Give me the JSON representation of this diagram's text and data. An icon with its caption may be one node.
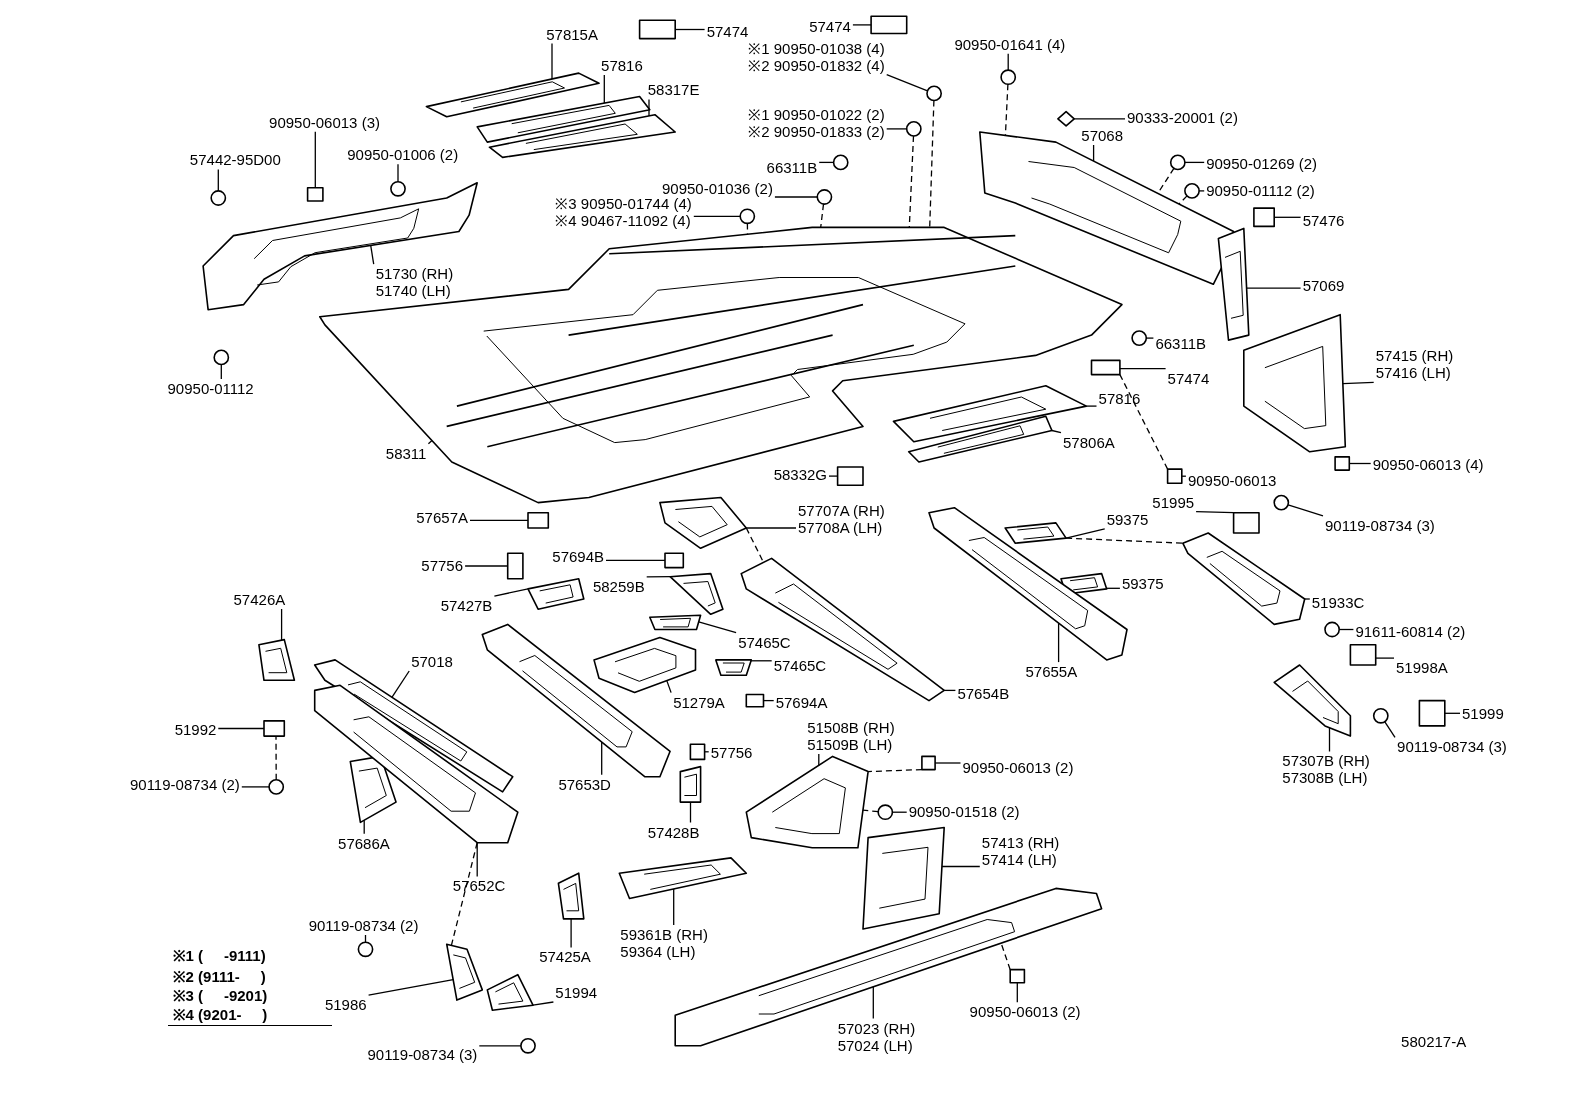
{
  "diagram": {
    "nodes": [
      {
        "text": [
          "57815A"
        ]
      },
      {
        "text": [
          "57474"
        ]
      },
      {
        "text": [
          "57816"
        ]
      },
      {
        "text": [
          "58317E"
        ]
      },
      {
        "text": [
          "57474"
        ]
      },
      {
        "text": [
          "90950-06013 (3)"
        ]
      },
      {
        "text": [
          "57442-95D00"
        ]
      },
      {
        "text": [
          "90950-01006 (2)"
        ]
      },
      {
        "text": [
          "※1 90950-01038 (4)",
          "※2 90950-01832 (4)"
        ]
      },
      {
        "text": [
          "※1 90950-01022 (2)",
          "※2 90950-01833 (2)"
        ]
      },
      {
        "text": [
          "90950-01641 (4)"
        ]
      },
      {
        "text": [
          "90333-20001 (2)"
        ]
      },
      {
        "text": [
          "57068"
        ]
      },
      {
        "text": [
          "90950-01269 (2)"
        ]
      },
      {
        "text": [
          "90950-01112 (2)"
        ]
      },
      {
        "text": [
          "57476"
        ]
      },
      {
        "text": [
          "57069"
        ]
      },
      {
        "text": [
          "66311B"
        ]
      },
      {
        "text": [
          "90950-01036 (2)"
        ]
      },
      {
        "text": [
          "※3 90950-01744 (4)",
          "※4 90467-11092 (4)"
        ]
      },
      {
        "text": [
          "51730 (RH)",
          "51740 (LH)"
        ]
      },
      {
        "text": [
          "90950-01112"
        ]
      },
      {
        "text": [
          "58311"
        ]
      },
      {
        "text": [
          "66311B"
        ]
      },
      {
        "text": [
          "57474"
        ]
      },
      {
        "text": [
          "57415 (RH)",
          "57416 (LH)"
        ]
      },
      {
        "text": [
          "57816"
        ]
      },
      {
        "text": [
          "57806A"
        ]
      },
      {
        "text": [
          "90950-06013"
        ]
      },
      {
        "text": [
          "90950-06013 (4)"
        ]
      },
      {
        "text": [
          "58332G"
        ]
      },
      {
        "text": [
          "57707A (RH)",
          "57708A (LH)"
        ]
      },
      {
        "text": [
          "57657A"
        ]
      },
      {
        "text": [
          "59375"
        ]
      },
      {
        "text": [
          "51995"
        ]
      },
      {
        "text": [
          "90119-08734 (3)"
        ]
      },
      {
        "text": [
          "57756"
        ]
      },
      {
        "text": [
          "57694B"
        ]
      },
      {
        "text": [
          "58259B"
        ]
      },
      {
        "text": [
          "57427B"
        ]
      },
      {
        "text": [
          "57426A"
        ]
      },
      {
        "text": [
          "59375"
        ]
      },
      {
        "text": [
          "51933C"
        ]
      },
      {
        "text": [
          "91611-60814 (2)"
        ]
      },
      {
        "text": [
          "57465C"
        ]
      },
      {
        "text": [
          "57018"
        ]
      },
      {
        "text": [
          "57465C"
        ]
      },
      {
        "text": [
          "57655A"
        ]
      },
      {
        "text": [
          "51998A"
        ]
      },
      {
        "text": [
          "51279A"
        ]
      },
      {
        "text": [
          "57694A"
        ]
      },
      {
        "text": [
          "57654B"
        ]
      },
      {
        "text": [
          "51992"
        ]
      },
      {
        "text": [
          "51999"
        ]
      },
      {
        "text": [
          "90119-08734 (3)"
        ]
      },
      {
        "text": [
          "51508B (RH)",
          "51509B (LH)"
        ]
      },
      {
        "text": [
          "57653D"
        ]
      },
      {
        "text": [
          "57756"
        ]
      },
      {
        "text": [
          "90950-06013 (2)"
        ]
      },
      {
        "text": [
          "57307B (RH)",
          "57308B (LH)"
        ]
      },
      {
        "text": [
          "90119-08734 (2)"
        ]
      },
      {
        "text": [
          "57686A"
        ]
      },
      {
        "text": [
          "57428B"
        ]
      },
      {
        "text": [
          "90950-01518 (2)"
        ]
      },
      {
        "text": [
          "57413 (RH)",
          "57414 (LH)"
        ]
      },
      {
        "text": [
          "57652C"
        ]
      },
      {
        "text": [
          "57425A"
        ]
      },
      {
        "text": [
          "59361B (RH)",
          "59364 (LH)"
        ]
      },
      {
        "text": [
          "90119-08734 (2)"
        ]
      },
      {
        "text": [
          "51986"
        ]
      },
      {
        "text": [
          "51994"
        ]
      },
      {
        "text": [
          "90119-08734 (3)"
        ]
      },
      {
        "text": [
          "57023 (RH)",
          "57024 (LH)"
        ]
      },
      {
        "text": [
          "90950-06013 (2)"
        ]
      },
      {
        "text": [],
        "shape": "picture"
      },
      {
        "text": [],
        "shape": "box"
      },
      {
        "text": [],
        "shape": "picture"
      },
      {
        "text": [],
        "shape": "picture"
      },
      {
        "text": [],
        "shape": "box"
      },
      {
        "text": [],
        "shape": "box"
      },
      {
        "text": [],
        "shape": "circle"
      },
      {
        "text": [],
        "shape": "circle"
      },
      {
        "text": [],
        "shape": "circle"
      },
      {
        "text": [],
        "shape": "circle"
      },
      {
        "text": [],
        "shape": "circle"
      },
      {
        "text": [],
        "shape": "diamond"
      },
      {
        "text": [],
        "shape": "picture"
      },
      {
        "text": [],
        "shape": "circle"
      },
      {
        "text": [],
        "shape": "circle"
      },
      {
        "text": [],
        "shape": "box"
      },
      {
        "text": [],
        "shape": "picture"
      },
      {
        "text": [],
        "shape": "circle"
      },
      {
        "text": [],
        "shape": "circle"
      },
      {
        "text": [],
        "shape": "circle"
      },
      {
        "text": [],
        "shape": "picture"
      },
      {
        "text": [],
        "shape": "circle"
      },
      {
        "text": [],
        "shape": "picture"
      },
      {
        "text": [],
        "shape": "circle"
      },
      {
        "text": [],
        "shape": "box"
      },
      {
        "text": [],
        "shape": "picture"
      },
      {
        "text": [],
        "shape": "picture"
      },
      {
        "text": [],
        "shape": "picture"
      },
      {
        "text": [],
        "shape": "box"
      },
      {
        "text": [],
        "shape": "box"
      },
      {
        "text": [],
        "shape": "box"
      },
      {
        "text": [],
        "shape": "picture"
      },
      {
        "text": [],
        "shape": "box"
      },
      {
        "text": [],
        "shape": "picture"
      },
      {
        "text": [],
        "shape": "box"
      },
      {
        "text": [],
        "shape": "circle"
      },
      {
        "text": [],
        "shape": "box"
      },
      {
        "text": [],
        "shape": "box"
      },
      {
        "text": [],
        "shape": "picture"
      },
      {
        "text": [],
        "shape": "picture"
      },
      {
        "text": [],
        "shape": "picture"
      },
      {
        "text": [],
        "shape": "picture"
      },
      {
        "text": [],
        "shape": "picture"
      },
      {
        "text": [],
        "shape": "circle"
      },
      {
        "text": [],
        "shape": "picture"
      },
      {
        "text": [],
        "shape": "picture"
      },
      {
        "text": [],
        "shape": "picture"
      },
      {
        "text": [],
        "shape": "picture"
      },
      {
        "text": [],
        "shape": "box"
      },
      {
        "text": [],
        "shape": "picture"
      },
      {
        "text": [],
        "shape": "box"
      },
      {
        "text": [],
        "shape": "picture"
      },
      {
        "text": [],
        "shape": "box"
      },
      {
        "text": [],
        "shape": "box"
      },
      {
        "text": [],
        "shape": "circle"
      },
      {
        "text": [],
        "shape": "picture"
      },
      {
        "text": [],
        "shape": "picture"
      },
      {
        "text": [],
        "shape": "box"
      },
      {
        "text": [],
        "shape": "box"
      },
      {
        "text": [],
        "shape": "picture"
      },
      {
        "text": [],
        "shape": "circle"
      },
      {
        "text": [],
        "shape": "picture"
      },
      {
        "text": [],
        "shape": "picture"
      },
      {
        "text": [],
        "shape": "circle"
      },
      {
        "text": [],
        "shape": "picture"
      },
      {
        "text": [],
        "shape": "picture"
      },
      {
        "text": [],
        "shape": "picture"
      },
      {
        "text": [],
        "shape": "picture"
      },
      {
        "text": [],
        "shape": "circle"
      },
      {
        "text": [],
        "shape": "picture"
      },
      {
        "text": [],
        "shape": "picture"
      },
      {
        "text": [],
        "shape": "circle"
      },
      {
        "text": [],
        "shape": "picture"
      },
      {
        "text": [],
        "shape": "box"
      }
    ],
    "edges": [
      {
        "from": 0,
        "to": 74,
        "arrow": "none"
      },
      {
        "from": 1,
        "to": 75,
        "arrow": "none"
      },
      {
        "from": 2,
        "to": 76,
        "arrow": "none"
      },
      {
        "from": 3,
        "to": 77,
        "arrow": "none"
      },
      {
        "from": 4,
        "to": 78,
        "arrow": "none"
      },
      {
        "from": 5,
        "to": 79,
        "arrow": "none"
      },
      {
        "from": 6,
        "to": 80,
        "arrow": "none"
      },
      {
        "from": 7,
        "to": 81,
        "arrow": "none"
      },
      {
        "from": 8,
        "to": 82,
        "arrow": "none"
      },
      {
        "from": 9,
        "to": 83,
        "arrow": "none"
      },
      {
        "from": 10,
        "to": 84,
        "arrow": "none"
      },
      {
        "from": 11,
        "to": 85,
        "arrow": "none"
      },
      {
        "from": 12,
        "to": 86,
        "arrow": "none"
      },
      {
        "from": 13,
        "to": 87,
        "arrow": "none"
      },
      {
        "from": 14,
        "to": 88,
        "arrow": "none"
      },
      {
        "from": 15,
        "to": 89,
        "arrow": "none"
      },
      {
        "from": 16,
        "to": 90,
        "arrow": "none"
      },
      {
        "from": 17,
        "to": 91,
        "arrow": "none"
      },
      {
        "from": 18,
        "to": 92,
        "arrow": "none"
      },
      {
        "from": 19,
        "to": 93,
        "arrow": "none"
      },
      {
        "from": 20,
        "to": 94,
        "arrow": "none"
      },
      {
        "from": 21,
        "to": 95,
        "arrow": "none"
      },
      {
        "from": 22,
        "to": 96,
        "arrow": "none"
      },
      {
        "from": 23,
        "to": 97,
        "arrow": "none"
      },
      {
        "from": 24,
        "to": 98,
        "arrow": "none"
      },
      {
        "from": 25,
        "to": 99,
        "arrow": "none"
      },
      {
        "from": 26,
        "to": 100,
        "arrow": "none"
      },
      {
        "from": 27,
        "to": 101,
        "arrow": "none"
      },
      {
        "from": 28,
        "to": 102,
        "arrow": "none"
      },
      {
        "from": 29,
        "to": 103,
        "arrow": "none"
      },
      {
        "from": 30,
        "to": 104,
        "arrow": "none"
      },
      {
        "from": 31,
        "to": 105,
        "arrow": "none"
      },
      {
        "from": 32,
        "to": 106,
        "arrow": "none"
      },
      {
        "from": 33,
        "to": 107,
        "arrow": "none"
      },
      {
        "from": 34,
        "to": 108,
        "arrow": "none"
      },
      {
        "from": 35,
        "to": 109,
        "arrow": "none"
      },
      {
        "from": 36,
        "to": 110,
        "arrow": "none"
      },
      {
        "from": 37,
        "to": 111,
        "arrow": "none"
      },
      {
        "from": 38,
        "to": 112,
        "arrow": "none"
      },
      {
        "from": 39,
        "to": 113,
        "arrow": "none"
      },
      {
        "from": 40,
        "to": 114,
        "arrow": "none"
      },
      {
        "from": 41,
        "to": 115,
        "arrow": "none"
      },
      {
        "from": 42,
        "to": 116,
        "arrow": "none"
      },
      {
        "from": 43,
        "to": 117,
        "arrow": "none"
      },
      {
        "from": 44,
        "to": 118,
        "arrow": "none"
      },
      {
        "from": 45,
        "to": 119,
        "arrow": "none"
      },
      {
        "from": 46,
        "to": 120,
        "arrow": "none"
      },
      {
        "from": 47,
        "to": 121,
        "arrow": "none"
      },
      {
        "from": 48,
        "to": 122,
        "arrow": "none"
      },
      {
        "from": 49,
        "to": 123,
        "arrow": "none"
      },
      {
        "from": 50,
        "to": 124,
        "arrow": "none"
      },
      {
        "from": 51,
        "to": 125,
        "arrow": "none"
      },
      {
        "from": 52,
        "to": 126,
        "arrow": "none"
      },
      {
        "from": 53,
        "to": 127,
        "arrow": "none"
      },
      {
        "from": 54,
        "to": 128,
        "arrow": "none"
      },
      {
        "from": 55,
        "to": 129,
        "arrow": "none"
      },
      {
        "from": 56,
        "to": 130,
        "arrow": "none"
      },
      {
        "from": 57,
        "to": 131,
        "arrow": "none"
      },
      {
        "from": 58,
        "to": 132,
        "arrow": "none"
      },
      {
        "from": 59,
        "to": 133,
        "arrow": "none"
      },
      {
        "from": 60,
        "to": 134,
        "arrow": "none"
      },
      {
        "from": 61,
        "to": 135,
        "arrow": "none"
      },
      {
        "from": 62,
        "to": 136,
        "arrow": "none"
      },
      {
        "from": 63,
        "to": 137,
        "arrow": "none"
      },
      {
        "from": 64,
        "to": 138,
        "arrow": "none"
      },
      {
        "from": 65,
        "to": 139,
        "arrow": "none"
      },
      {
        "from": 66,
        "to": 140,
        "arrow": "none"
      },
      {
        "from": 67,
        "to": 141,
        "arrow": "none"
      },
      {
        "from": 68,
        "to": 142,
        "arrow": "none"
      },
      {
        "from": 69,
        "to": 143,
        "arrow": "none"
      },
      {
        "from": 70,
        "to": 144,
        "arrow": "none"
      },
      {
        "from": 71,
        "to": 145,
        "arrow": "none"
      },
      {
        "from": 72,
        "to": 146,
        "arrow": "none"
      },
      {
        "from": 73,
        "to": 147,
        "arrow": "none"
      },
      {
        "from": 84,
        "to": 86,
        "arrow": "none",
        "style": "dashed"
      },
      {
        "from": 82,
        "to": 96,
        "arrow": "none",
        "style": "dashed"
      },
      {
        "from": 83,
        "to": 96,
        "arrow": "none",
        "style": "dashed"
      },
      {
        "from": 92,
        "to": 96,
        "arrow": "none",
        "style": "dashed"
      },
      {
        "from": 93,
        "to": 96,
        "arrow": "none",
        "style": "dashed"
      },
      {
        "from": 87,
        "to": 86,
        "arrow": "none",
        "style": "dashed"
      },
      {
        "from": 88,
        "to": 86,
        "arrow": "none",
        "style": "dashed"
      },
      {
        "from": 102,
        "to": 98,
        "arrow": "none",
        "style": "dashed"
      },
      {
        "from": 105,
        "to": 125,
        "arrow": "none",
        "style": "dashed"
      },
      {
        "from": 107,
        "to": 116,
        "arrow": "none",
        "style": "dashed"
      },
      {
        "from": 134,
        "to": 126,
        "arrow": "none",
        "style": "dashed"
      },
      {
        "from": 139,
        "to": 143,
        "arrow": "none",
        "style": "dashed"
      },
      {
        "from": 137,
        "to": 129,
        "arrow": "none",
        "style": "dashed"
      },
      {
        "from": 132,
        "to": 129,
        "arrow": "none",
        "style": "dashed"
      },
      {
        "from": 147,
        "to": 146,
        "arrow": "none",
        "style": "dashed"
      }
    ],
    "labels": [
      "※1 (     -9111)",
      "※2 (9111-     )",
      "※3 (     -9201)",
      "※4 (9201-     )",
      "580217-A"
    ]
  }
}
